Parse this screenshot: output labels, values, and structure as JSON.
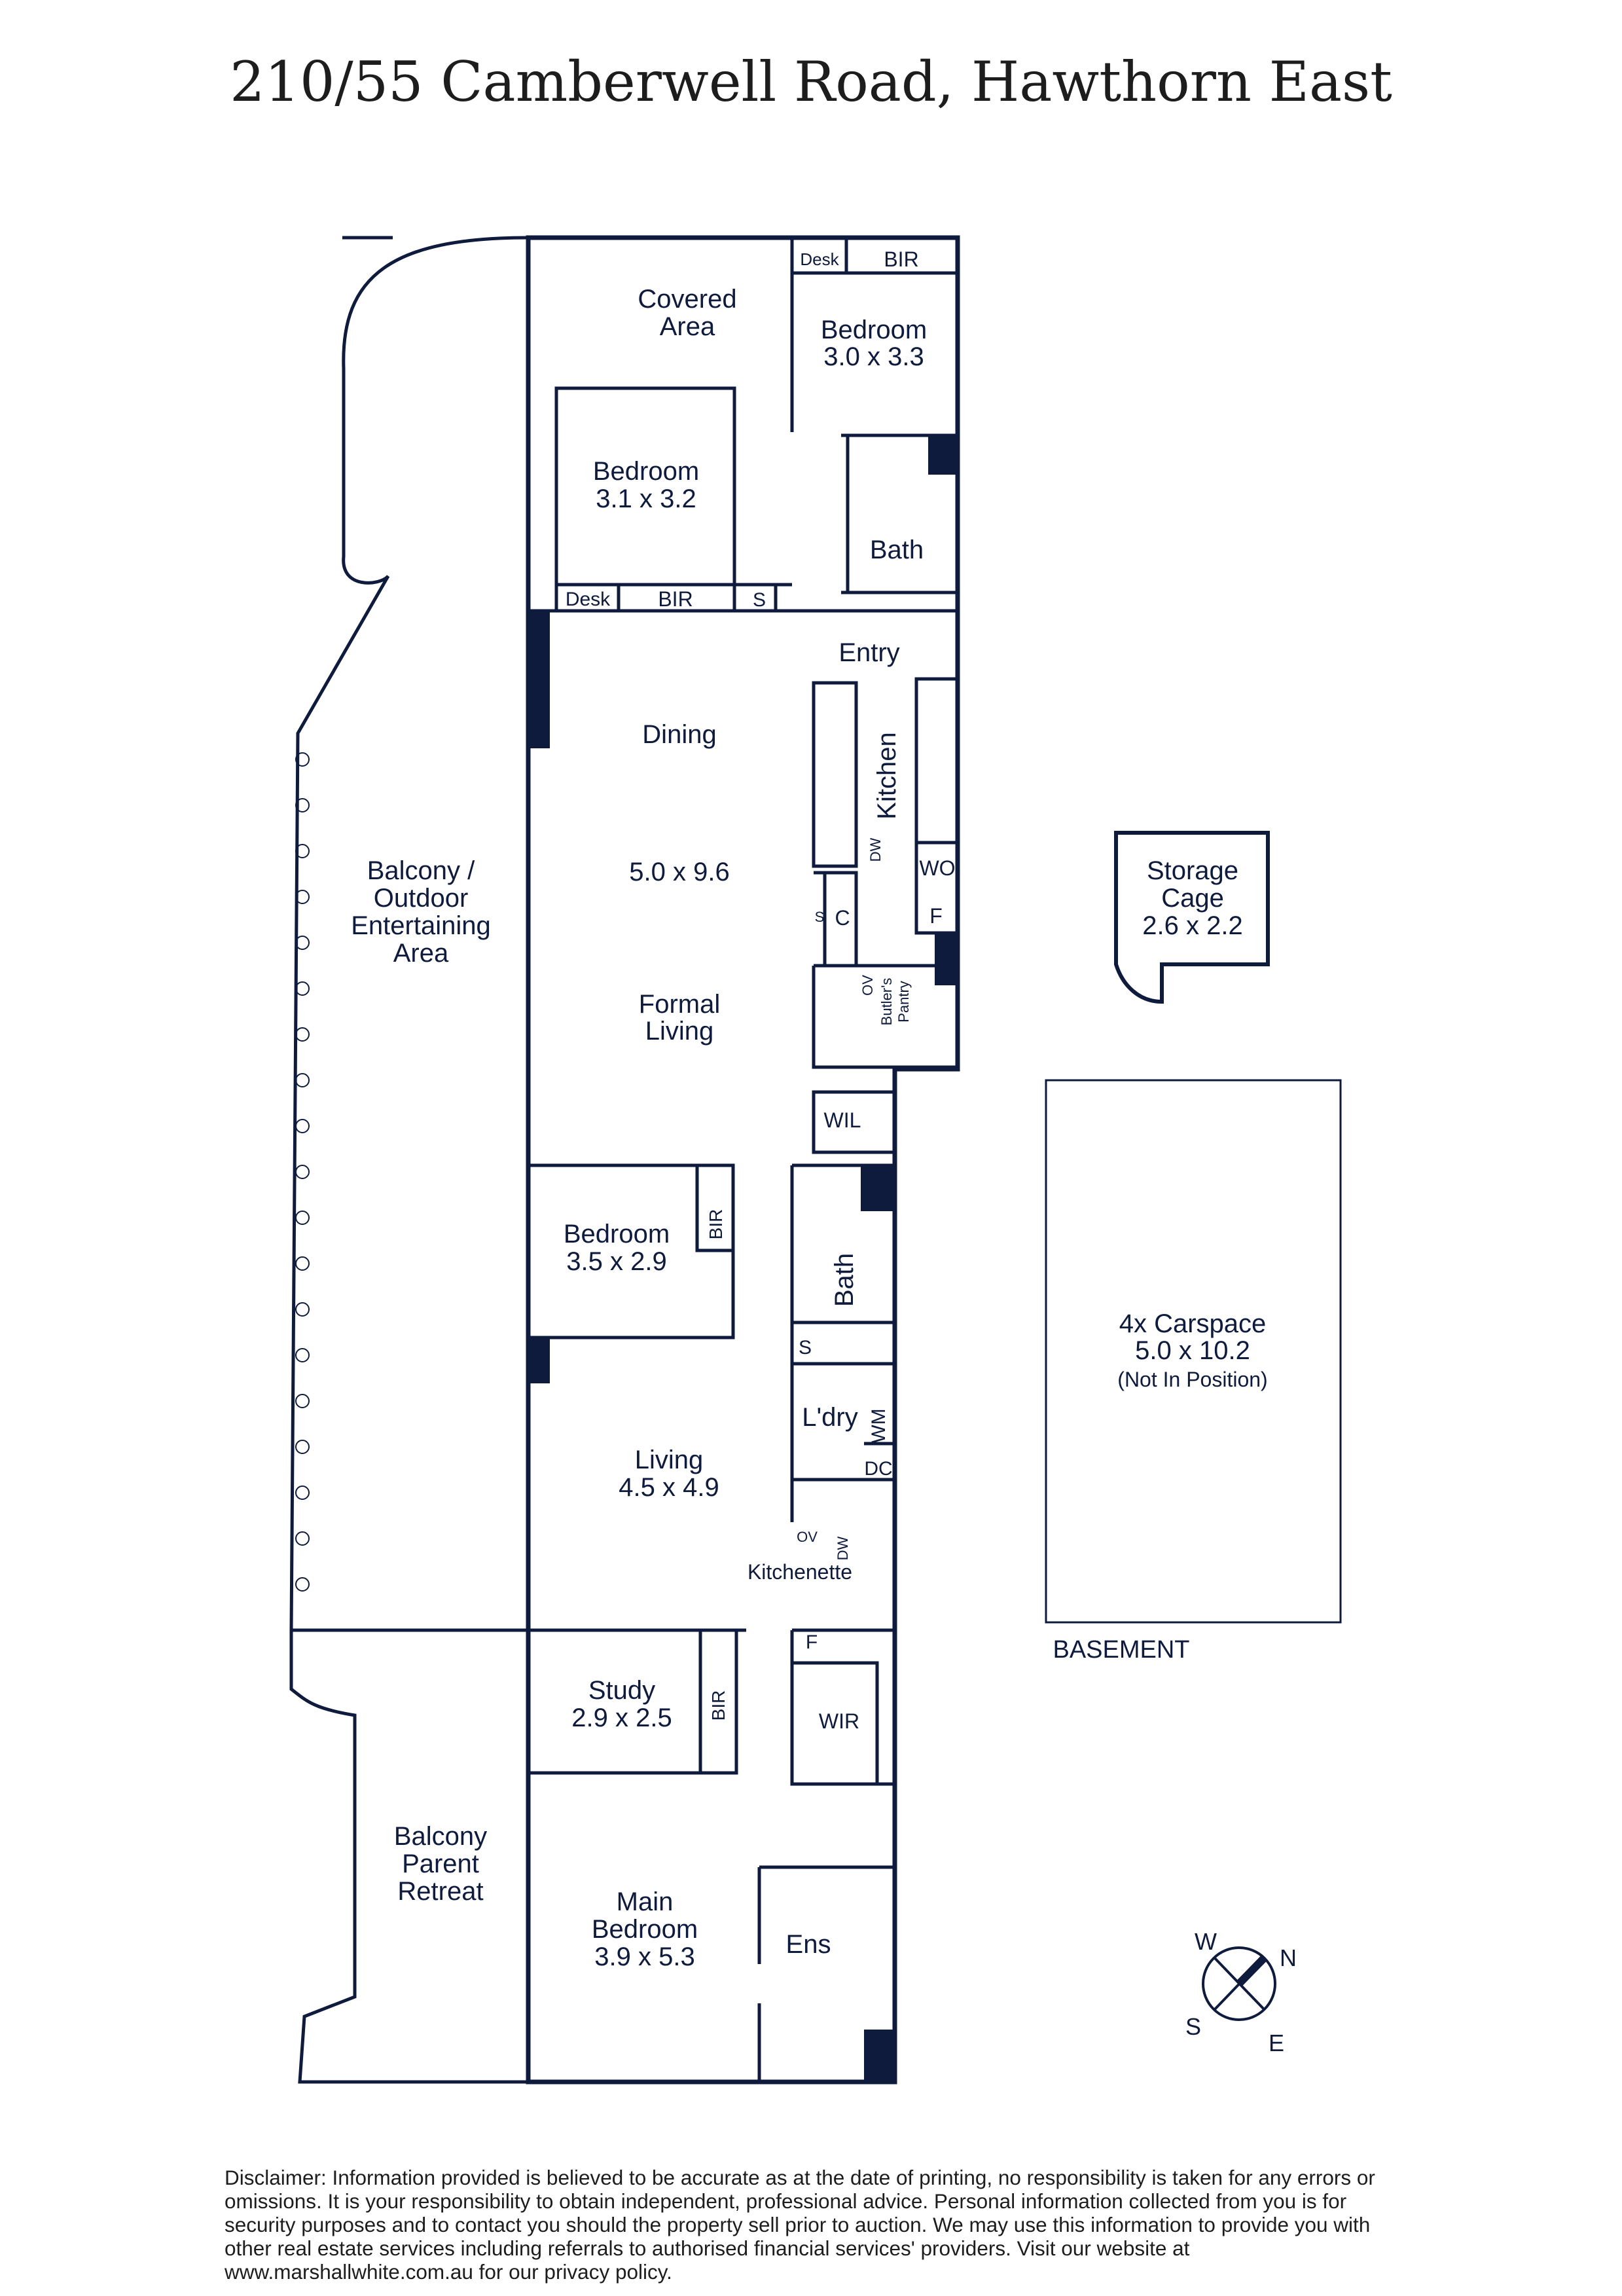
{
  "title": "210/55 Camberwell Road, Hawthorn East",
  "colors": {
    "ink": "#0f1b3d",
    "wall": "#0f1b3d",
    "text_dark": "#1d1d1d",
    "background": "#ffffff"
  },
  "rooms": {
    "covered_area": [
      "Covered",
      "Area"
    ],
    "bedroom_top_right": {
      "name": "Bedroom",
      "dims": "3.0 x 3.3"
    },
    "bedroom_top_left": {
      "name": "Bedroom",
      "dims": "3.1 x 3.2"
    },
    "bath_top": "Bath",
    "entry": "Entry",
    "dining": "Dining",
    "kitchen": "Kitchen",
    "dining_living_dims": "5.0 x 9.6",
    "formal_living": [
      "Formal",
      "Living"
    ],
    "butlers_pantry": [
      "Butler's",
      "Pantry"
    ],
    "balcony_outdoor": [
      "Balcony /",
      "Outdoor",
      "Entertaining",
      "Area"
    ],
    "storage_cage": {
      "lines": [
        "Storage",
        "Cage"
      ],
      "dims": "2.6 x 2.2"
    },
    "carspace": {
      "name": "4x Carspace",
      "dims": "5.0 x 10.2",
      "note": "(Not In Position)"
    },
    "basement": "BASEMENT",
    "bedroom_middle": {
      "name": "Bedroom",
      "dims": "3.5 x 2.9"
    },
    "bath_middle": "Bath",
    "laundry": "L'dry",
    "living": {
      "name": "Living",
      "dims": "4.5 x 4.9"
    },
    "kitchenette": "Kitchenette",
    "study": {
      "name": "Study",
      "dims": "2.9 x 2.5"
    },
    "wir": "WIR",
    "balcony_parent": [
      "Balcony",
      "Parent",
      "Retreat"
    ],
    "main_bedroom": {
      "lines": [
        "Main",
        "Bedroom"
      ],
      "dims": "3.9 x 5.3"
    },
    "ensuite": "Ens"
  },
  "fixtures": {
    "desk": "Desk",
    "bir": "BIR",
    "s": "S",
    "c": "C",
    "f": "F",
    "wo": "WO",
    "dw": "DW",
    "ov": "OV",
    "wil": "WIL",
    "wm": "WM",
    "dc": "DC"
  },
  "compass": {
    "w": "W",
    "n": "N",
    "s": "S",
    "e": "E"
  },
  "disclaimer": "Disclaimer: Information provided is believed to be accurate as at the date of printing, no responsibility is taken for any errors or omissions. It is your responsibility to obtain independent, professional advice. Personal information collected from you is for security purposes and to contact you should the property sell prior to auction. We may use this information to provide you with other real estate services including referrals to authorised financial services' providers. Visit our website at www.marshallwhite.com.au for our privacy policy."
}
